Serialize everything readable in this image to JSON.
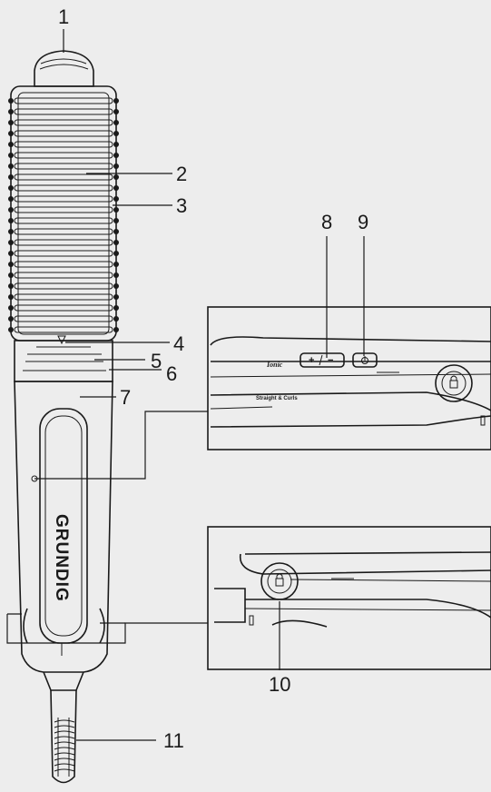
{
  "callouts": [
    "1",
    "2",
    "3",
    "4",
    "5",
    "6",
    "7",
    "8",
    "9",
    "10",
    "11"
  ],
  "brand": "GRUNDIG",
  "panel_text": {
    "logo": "Ionic",
    "plus": "+",
    "minus": "−",
    "model": "Straight & Curls"
  }
}
